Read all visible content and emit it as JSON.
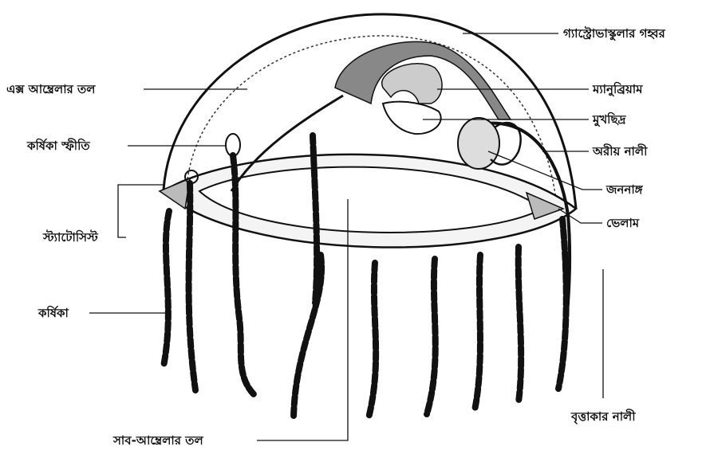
{
  "diagram": {
    "labels": {
      "gastrovascular_cavity": "গ্যাস্ট্রোভাস্কুলার গহ্বর",
      "exumbrella": "এক্স আম্ব্রেলার তল",
      "manubrium": "ম্যানুব্রিয়াম",
      "mouth": "মুখছিদ্র",
      "tentacle_bulb": "কর্ষিকা স্ফীতি",
      "radial_canal": "অরীয় নালী",
      "gonad": "জননাঙ্গ",
      "statocyst": "স্ট্যাটোসিস্ট",
      "velum": "ভেলাম",
      "tentacle": "কর্ষিকা",
      "ring_canal": "বৃত্তাকার নালী",
      "subumbrella": "সাব-আম্ব্রেলার তল"
    }
  }
}
